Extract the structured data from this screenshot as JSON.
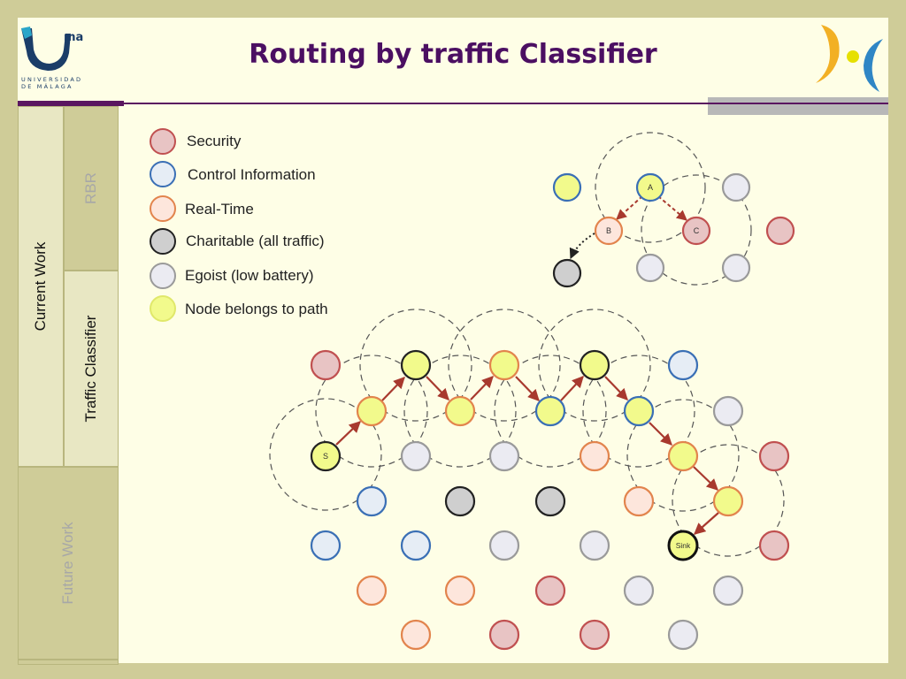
{
  "header": {
    "title": "Routing by traffic Classifier",
    "logo_text_line1": "UNIVERSIDAD",
    "logo_text_line2": "DE MÁLAGA",
    "logo_mark_text": "ma"
  },
  "sidebar": {
    "current_work": "Current Work",
    "rbr": "RBR",
    "traffic_classifier": "Traffic Classifier",
    "future_work": "Future Work"
  },
  "legend": [
    {
      "label": "Security",
      "type": "security"
    },
    {
      "label": "Control Information",
      "type": "control"
    },
    {
      "label": "Real-Time",
      "type": "realtime"
    },
    {
      "label": "Charitable (all traffic)",
      "type": "charitable"
    },
    {
      "label": "Egoist (low battery)",
      "type": "egoist"
    },
    {
      "label": "Node belongs to path",
      "type": "path"
    }
  ],
  "colors": {
    "security_fill": "#e8c4c4",
    "security_stroke": "#c05050",
    "control_fill": "#e6edf5",
    "control_stroke": "#3a6fb5",
    "realtime_fill": "#fde6dc",
    "realtime_stroke": "#e2844d",
    "charitable_fill": "#cfcfcf",
    "charitable_stroke": "#222222",
    "egoist_fill": "#ebebf2",
    "egoist_stroke": "#9a9a9a",
    "path_fill": "#f2fa8c",
    "path_stroke": "#e0e86a",
    "arrow": "#a8392e",
    "accent_purple": "#4b0f62"
  },
  "small_example": {
    "node_labels": {
      "A": "A",
      "B": "B",
      "C": "C"
    }
  },
  "main_network": {
    "node_labels": {
      "S": "S",
      "Sink": "Sink"
    }
  }
}
